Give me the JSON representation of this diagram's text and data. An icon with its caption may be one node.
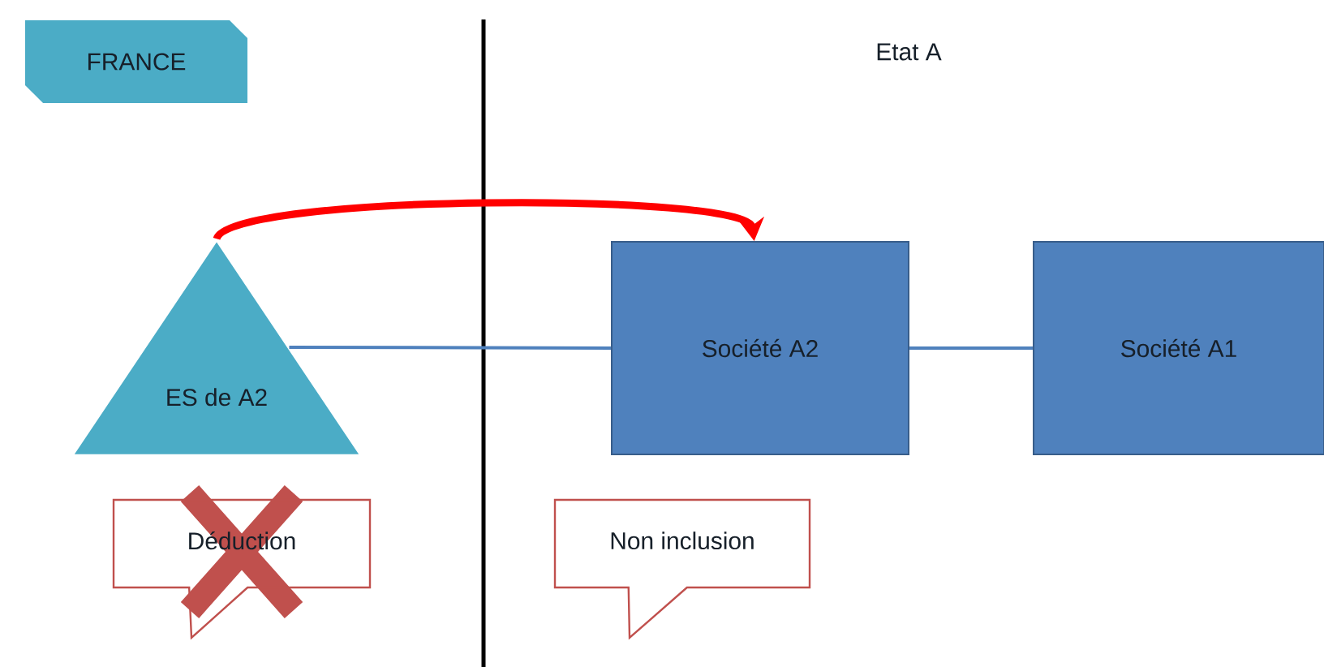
{
  "diagram": {
    "nodes": [
      {
        "text": [
          "FRANCE"
        ]
      },
      {
        "text": [
          "ES de A2"
        ]
      },
      {
        "text": [
          "Société A2"
        ]
      },
      {
        "text": [
          "Société A1"
        ]
      },
      {
        "text": [
          "Déduction"
        ]
      },
      {
        "text": [
          "Non inclusion"
        ]
      }
    ],
    "edges": [
      {
        "from": 1,
        "to": 2,
        "arrow": "to",
        "style": "thick",
        "color": "#ff0000"
      },
      {
        "from": 1,
        "to": 2,
        "arrow": "none"
      },
      {
        "from": 2,
        "to": 3,
        "arrow": "none"
      }
    ],
    "labels": [
      "Etat A"
    ]
  }
}
